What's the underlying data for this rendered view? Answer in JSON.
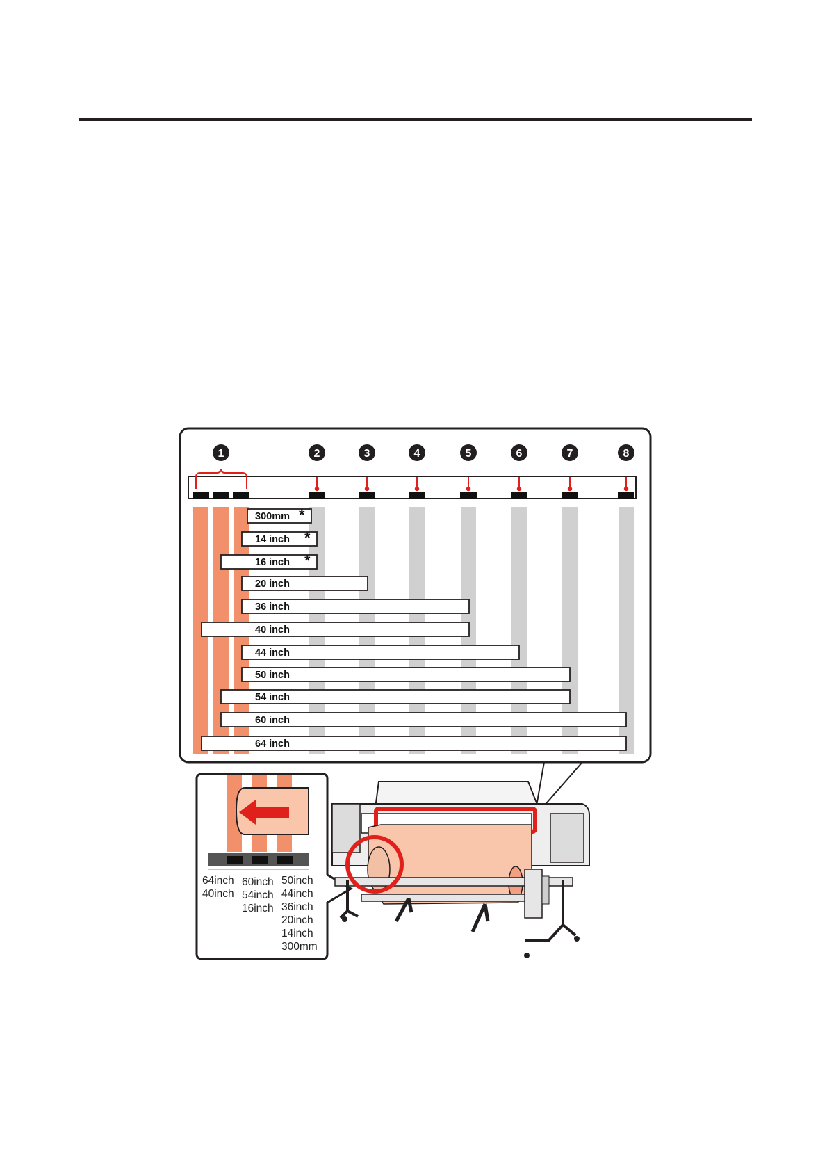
{
  "page": {
    "header_rule": true
  },
  "figure": {
    "callouts": [
      "1",
      "2",
      "3",
      "4",
      "5",
      "6",
      "7",
      "8"
    ],
    "widths": [
      {
        "label": "300mm",
        "asterisk": true
      },
      {
        "label": "14 inch",
        "asterisk": true
      },
      {
        "label": "16 inch",
        "asterisk": true
      },
      {
        "label": "20 inch",
        "asterisk": false
      },
      {
        "label": "36 inch",
        "asterisk": false
      },
      {
        "label": "40 inch",
        "asterisk": false
      },
      {
        "label": "44 inch",
        "asterisk": false
      },
      {
        "label": "50 inch",
        "asterisk": false
      },
      {
        "label": "54 inch",
        "asterisk": false
      },
      {
        "label": "60 inch",
        "asterisk": false
      },
      {
        "label": "64 inch",
        "asterisk": false
      }
    ],
    "asterisk_symbol": "*",
    "inset_columns": [
      [
        "64inch",
        "40inch"
      ],
      [
        "60inch",
        "54inch",
        "16inch"
      ],
      [
        "50inch",
        "44inch",
        "36inch",
        "20inch",
        "14inch",
        "300mm"
      ]
    ],
    "colors": {
      "salmon": "#f2906b",
      "gray": "#d0d0d0",
      "red": "#e0201b",
      "media": "#f9c6ac"
    }
  }
}
